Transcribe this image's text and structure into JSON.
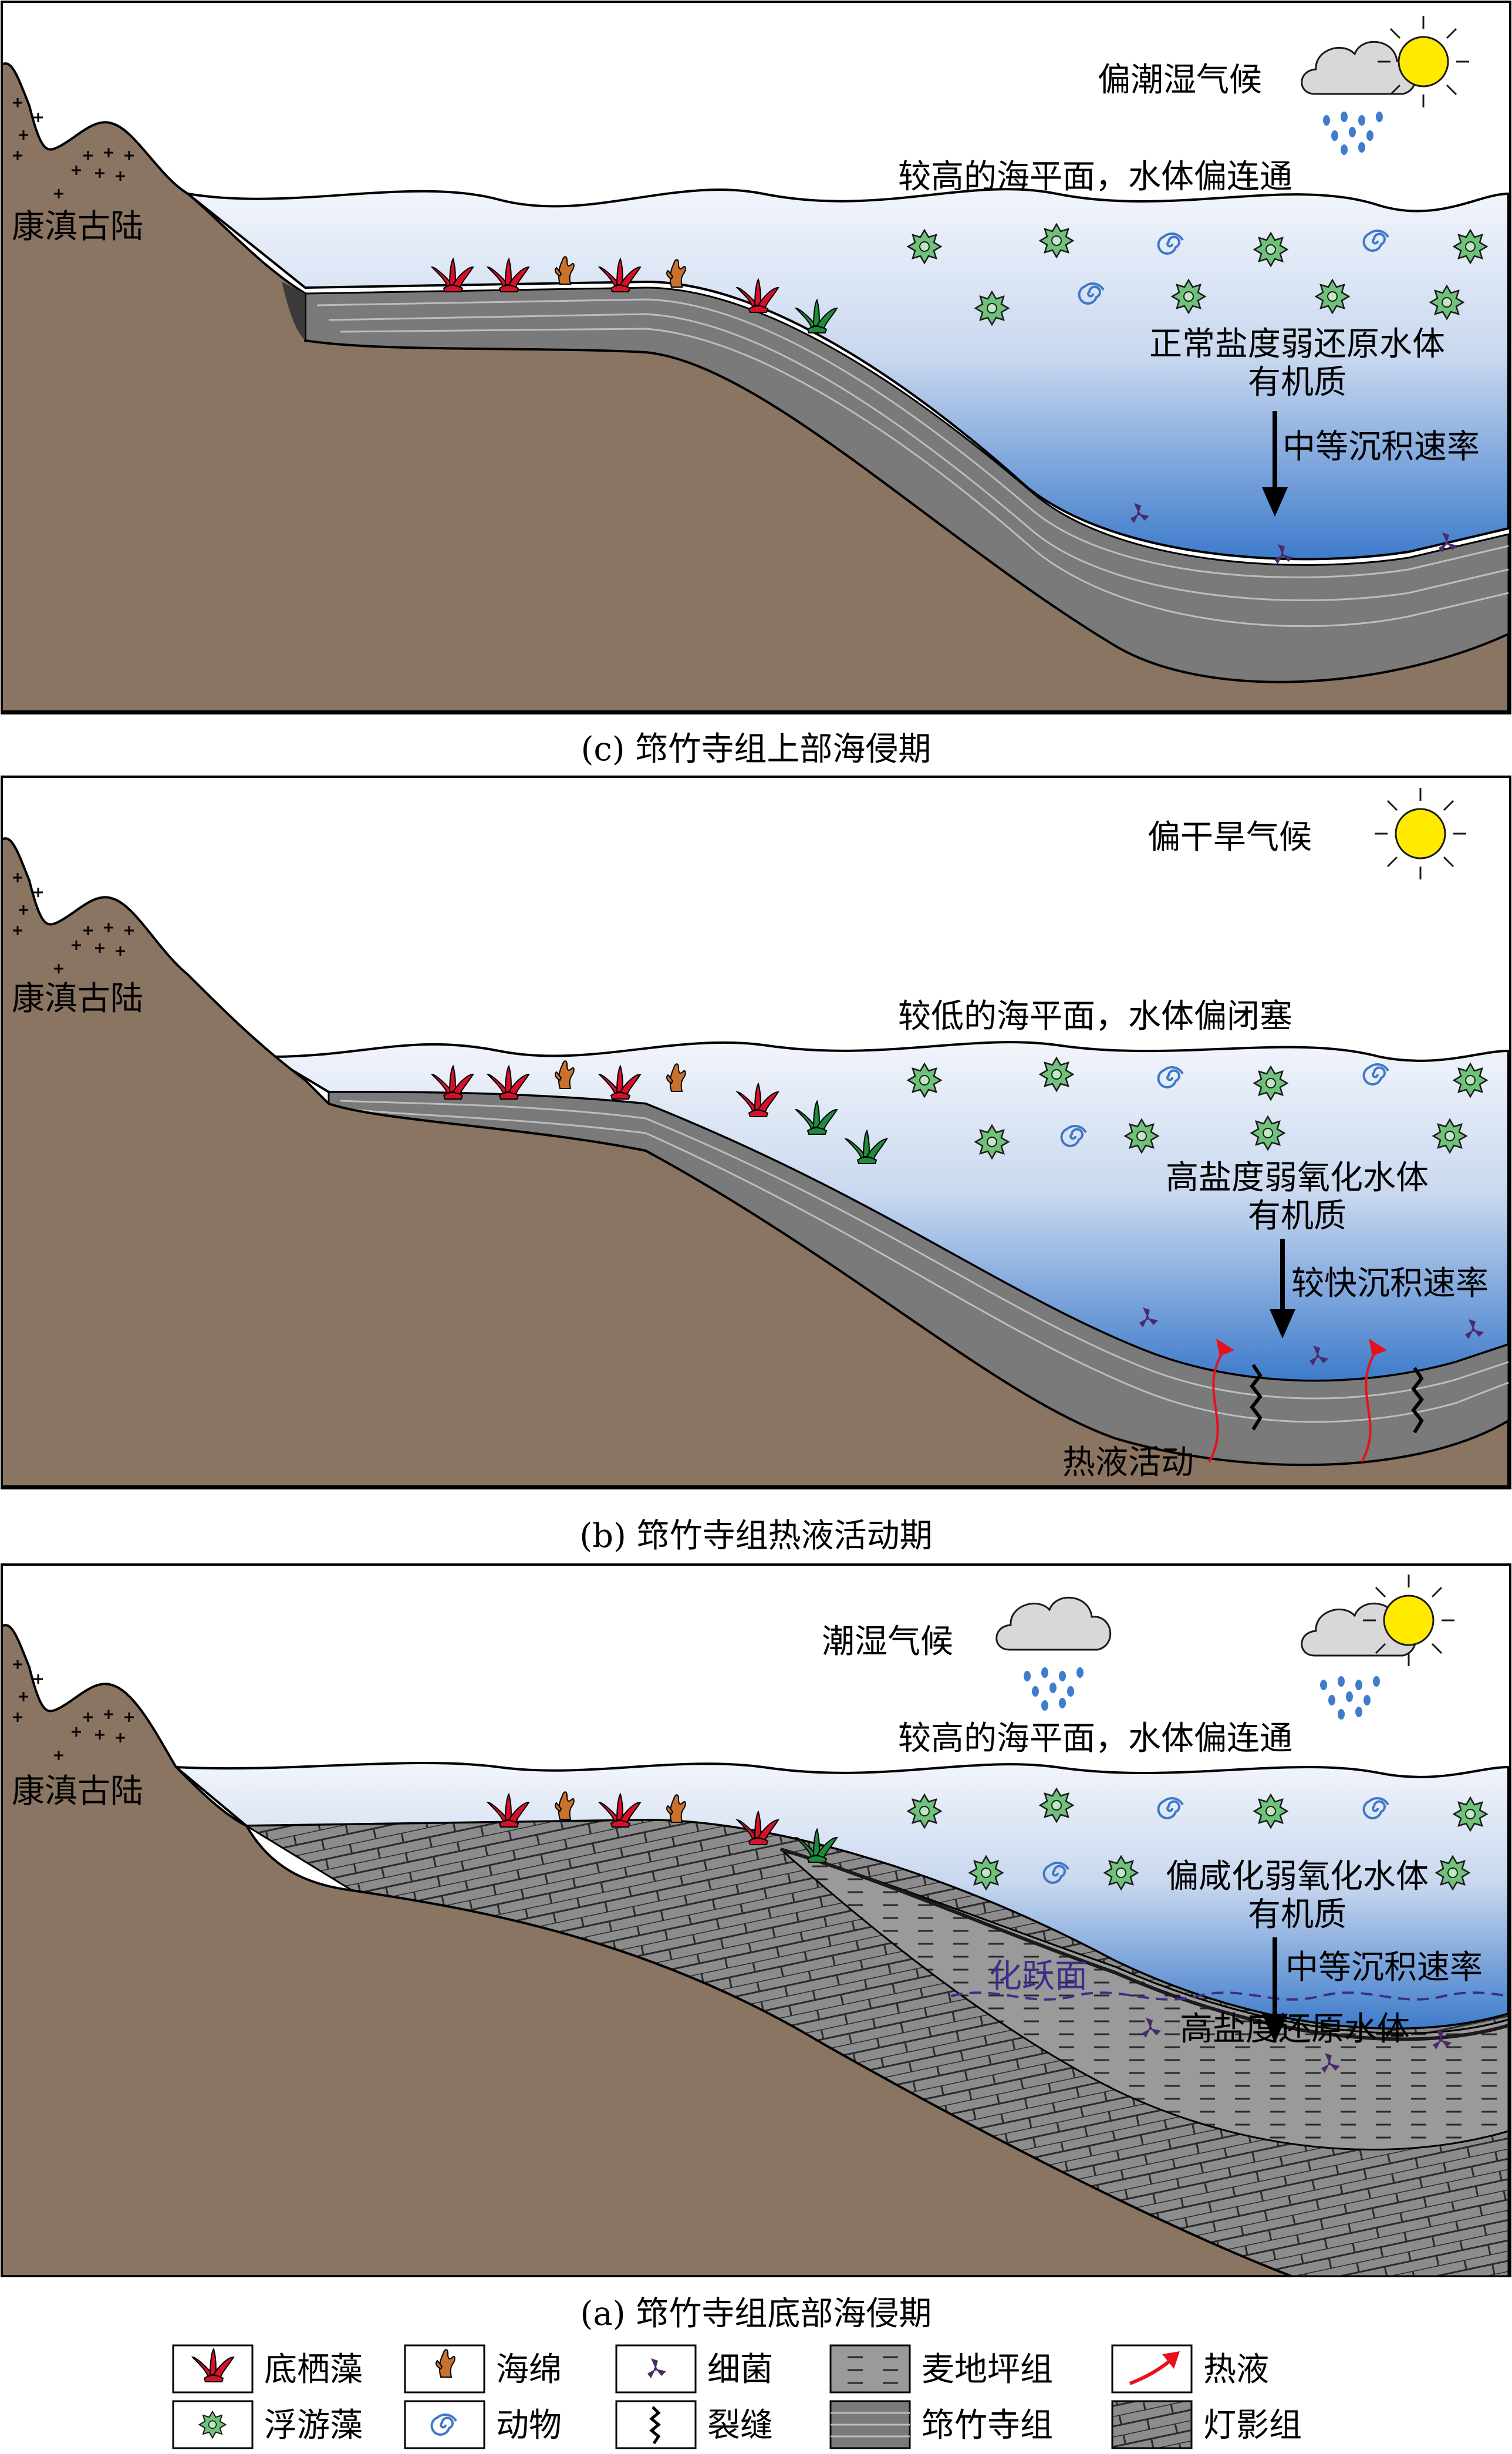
{
  "panels": {
    "c": {
      "caption": "(c) 筇竹寺组上部海侵期",
      "continent": "康滇古陆",
      "climate": "偏潮湿气候",
      "sea_level": "较高的海平面，水体偏连通",
      "water_line1": "正常盐度弱还原水体",
      "water_line2": "有机质",
      "rate": "中等沉积速率"
    },
    "b": {
      "caption": "(b) 筇竹寺组热液活动期",
      "continent": "康滇古陆",
      "climate": "偏干旱气候",
      "sea_level": "较低的海平面，水体偏闭塞",
      "water_line1": "高盐度弱氧化水体",
      "water_line2": "有机质",
      "rate": "较快沉积速率",
      "hydrothermal": "热液活动"
    },
    "a": {
      "caption": "(a) 筇竹寺组底部海侵期",
      "continent": "康滇古陆",
      "climate": "潮湿气候",
      "sea_level": "较高的海平面，水体偏连通",
      "water_line1": "偏咸化弱氧化水体",
      "water_line2": "有机质",
      "rate": "中等沉积速率",
      "chemocline": "化跃面",
      "deep_water": "高盐度还原水体"
    }
  },
  "legend": [
    {
      "icon": "benthic-algae-icon",
      "label": "底栖藻"
    },
    {
      "icon": "sponge-icon",
      "label": "海绵"
    },
    {
      "icon": "bacteria-icon",
      "label": "细菌"
    },
    {
      "icon": "maidiping-formation-swatch",
      "label": "麦地坪组"
    },
    {
      "icon": "hydrothermal-arrow-icon",
      "label": "热液"
    },
    {
      "icon": "plankton-icon",
      "label": "浮游藻"
    },
    {
      "icon": "animal-icon",
      "label": "动物"
    },
    {
      "icon": "fracture-icon",
      "label": "裂缝"
    },
    {
      "icon": "qiongzhusi-formation-swatch",
      "label": "筇竹寺组"
    },
    {
      "icon": "dengying-formation-swatch",
      "label": "灯影组"
    }
  ],
  "colors": {
    "land": "#8a7462",
    "water_top": "#eef2fa",
    "water_bottom": "#3f7ccc",
    "shale": "#777777",
    "dark_shale": "#3a3a3a",
    "algae_red": "#d8102a",
    "algae_green": "#1e8c3c",
    "sponge": "#c8722c",
    "plankton": "#6fc27a",
    "animal": "#3f78c8",
    "bacteria": "#4a2a6a",
    "hydrothermal": "#e8101c",
    "chemocline": "#3a2f8a",
    "sun": "#ffea00",
    "cloud": "#d8d8d8",
    "rain": "#3f7ccc"
  }
}
